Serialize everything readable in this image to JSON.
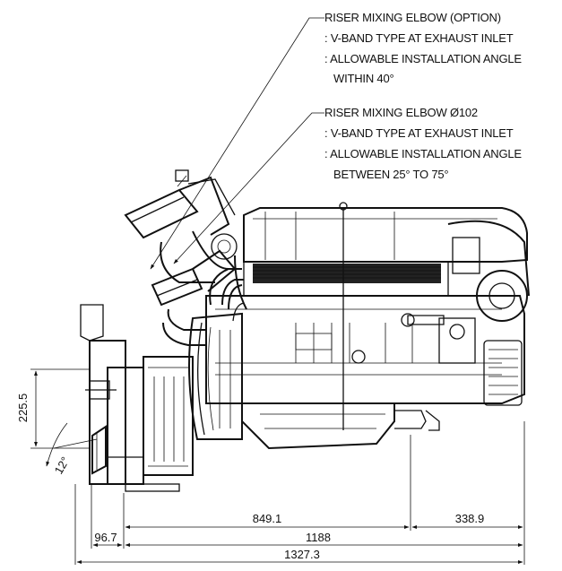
{
  "callouts": {
    "option": {
      "title": "RISER MIXING ELBOW (OPTION)",
      "line1": ": V-BAND TYPE AT EXHAUST INLET",
      "line2": ": ALLOWABLE INSTALLATION ANGLE",
      "line3": "WITHIN 40°"
    },
    "standard": {
      "title": "RISER MIXING ELBOW Ø102",
      "line1": ": V-BAND TYPE AT EXHAUST INLET",
      "line2": ": ALLOWABLE INSTALLATION ANGLE",
      "line3": "BETWEEN 25° TO 75°"
    }
  },
  "dimensions": {
    "height": "225.5",
    "angle": "12°",
    "d1": "849.1",
    "d2": "338.9",
    "d3": "96.7",
    "d4": "1188",
    "d5": "1327.3"
  }
}
